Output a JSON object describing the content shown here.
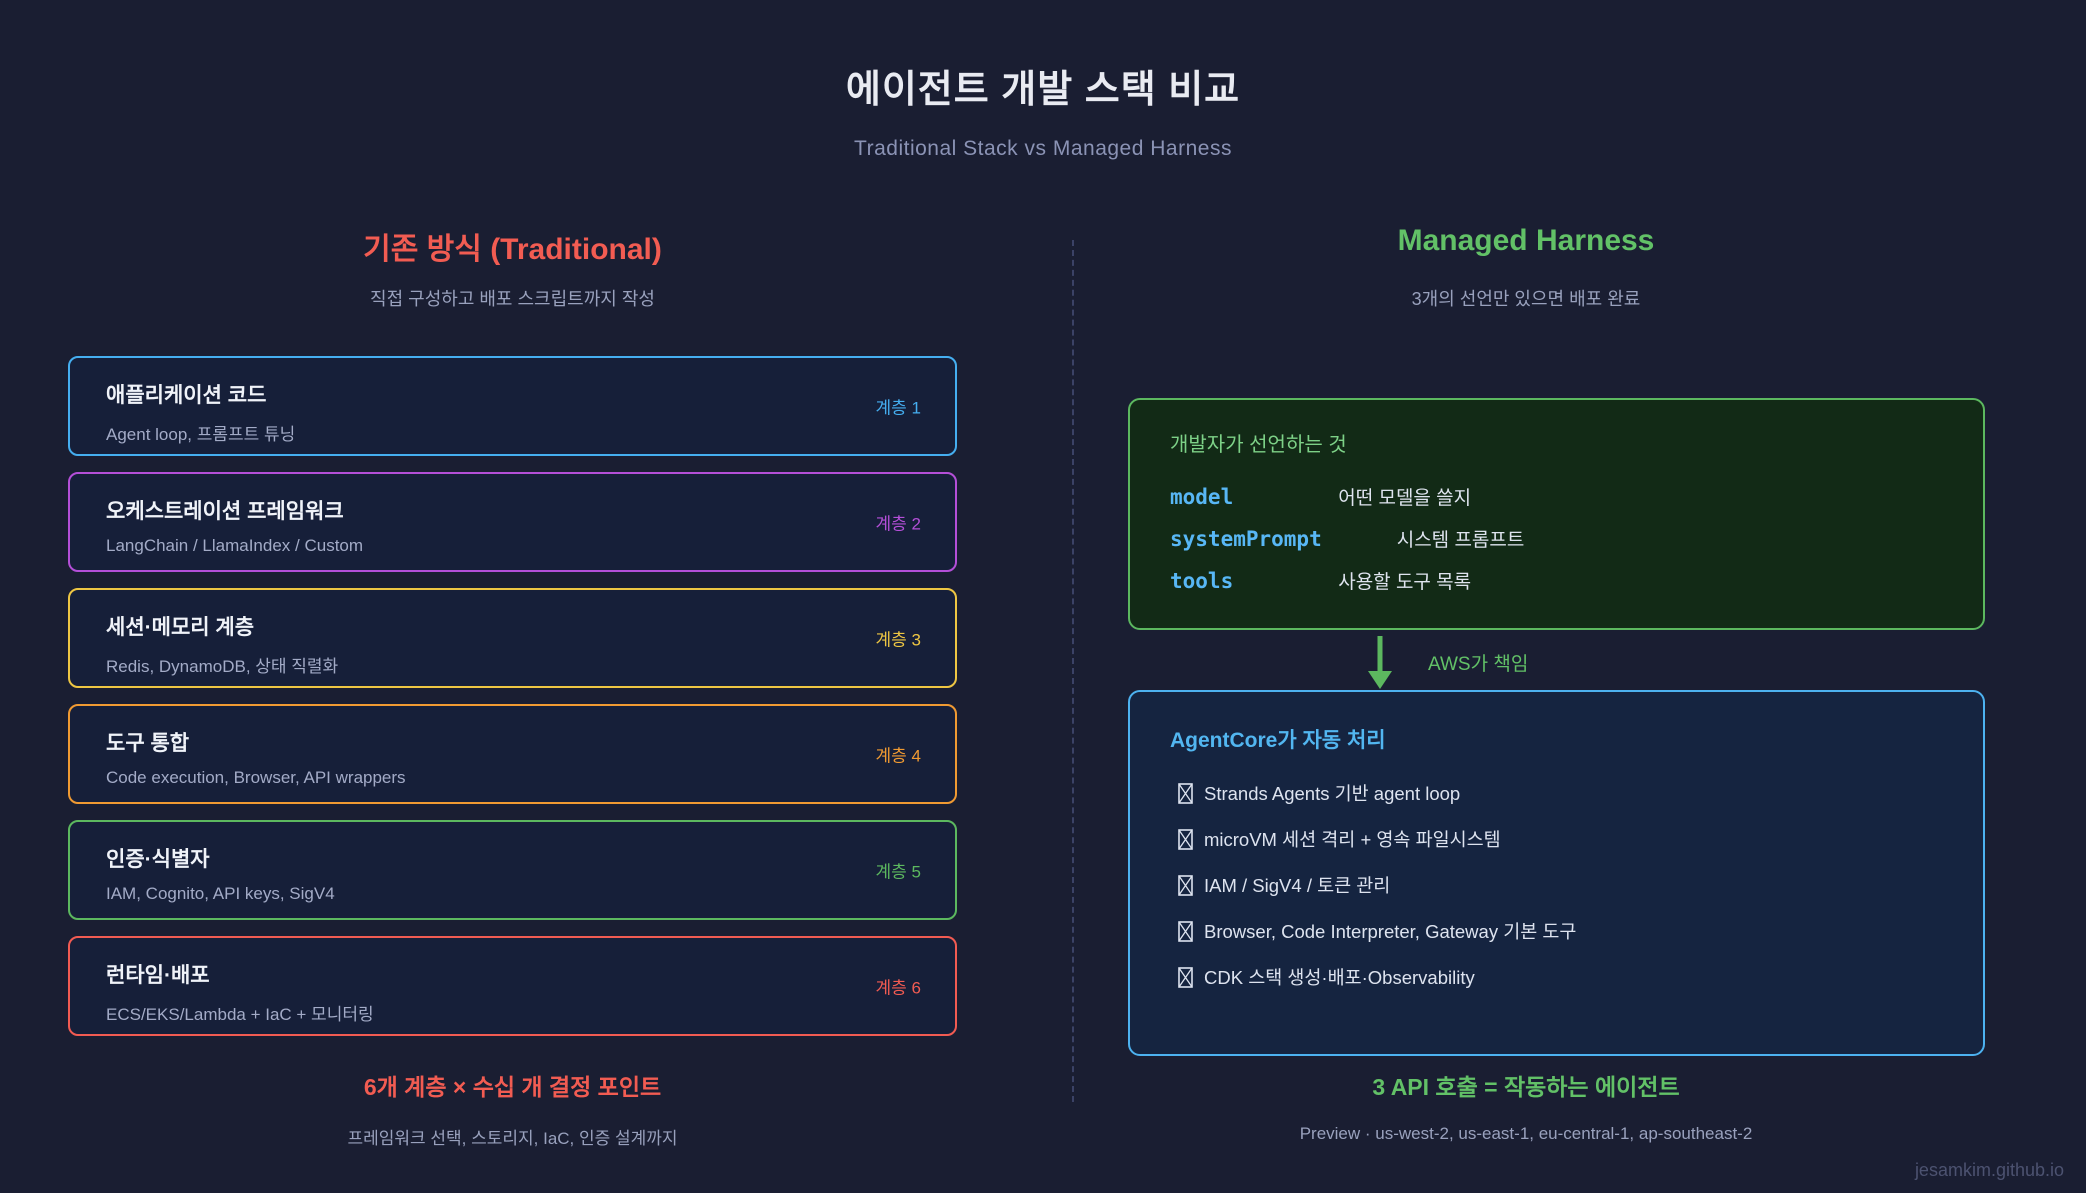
{
  "page": {
    "title": "에이전트 개발 스택 비교",
    "subtitle": "Traditional Stack vs Managed Harness",
    "watermark": "jesamkim.github.io"
  },
  "left": {
    "title": "기존 방식 (Traditional)",
    "subtitle": "직접 구성하고 배포 스크립트까지 작성",
    "accent": "#f25c52",
    "layers": [
      {
        "title": "애플리케이션 코드",
        "desc": "Agent loop, 프롬프트 튜닝",
        "tag": "계층 1",
        "color": "#45aef0"
      },
      {
        "title": "오케스트레이션 프레임워크",
        "desc": "LangChain / LlamaIndex / Custom",
        "tag": "계층 2",
        "color": "#b44fd8"
      },
      {
        "title": "세션·메모리 계층",
        "desc": "Redis, DynamoDB, 상태 직렬화",
        "tag": "계층 3",
        "color": "#eec643"
      },
      {
        "title": "도구 통합",
        "desc": "Code execution, Browser, API wrappers",
        "tag": "계층 4",
        "color": "#f09a32"
      },
      {
        "title": "인증·식별자",
        "desc": "IAM, Cognito, API keys, SigV4",
        "tag": "계층 5",
        "color": "#5cb85f"
      },
      {
        "title": "런타임·배포",
        "desc": "ECS/EKS/Lambda + IaC + 모니터링",
        "tag": "계층 6",
        "color": "#f25b52"
      }
    ],
    "footer_title": "6개 계층 × 수십 개 결정 포인트",
    "footer_sub": "프레임워크 선택, 스토리지, IaC, 인증 설계까지"
  },
  "right": {
    "title": "Managed Harness",
    "subtitle": "3개의 선언만 있으면 배포 완료",
    "accent": "#62c167",
    "declare_box": {
      "title": "개발자가 선언하는 것",
      "border_color": "#5cb85f",
      "key_color": "#58b7f5",
      "rows": [
        {
          "key": "model",
          "desc": "어떤 모델을 쓸지"
        },
        {
          "key": "systemPrompt",
          "desc": "시스템 프롬프트"
        },
        {
          "key": "tools",
          "desc": "사용할 도구 목록"
        }
      ]
    },
    "arrow_label": "AWS가 책임",
    "arrow_color": "#5cb85f",
    "auto_box": {
      "title": "AgentCore가 자동 처리",
      "border_color": "#4db2f0",
      "items": [
        {
          "text": "Strands Agents 기반 agent loop"
        },
        {
          "text": "microVM 세션 격리 + 영속 파일시스템"
        },
        {
          "text": "IAM / SigV4 / 토큰 관리"
        },
        {
          "text": "Browser, Code Interpreter, Gateway 기본 도구"
        },
        {
          "text": "CDK 스택 생성·배포·Observability"
        }
      ]
    },
    "footer_title": "3 API 호출 = 작동하는 에이전트",
    "footer_sub": "Preview · us-west-2, us-east-1, eu-central-1, ap-southeast-2"
  }
}
